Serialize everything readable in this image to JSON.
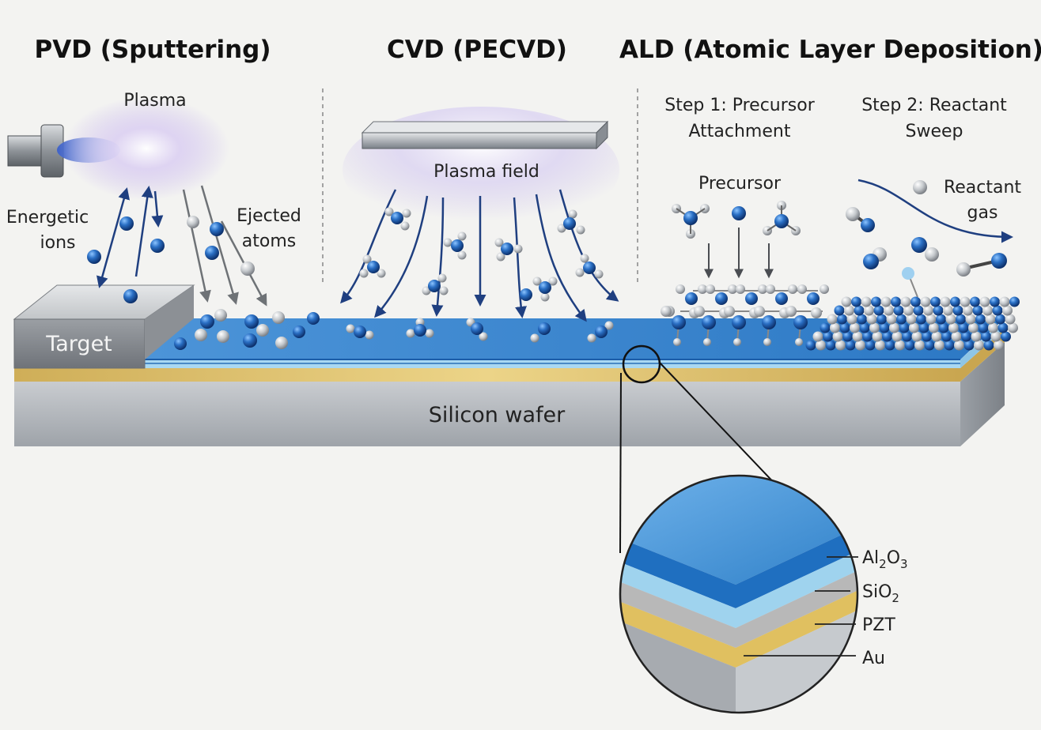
{
  "sections": {
    "pvd_title": "PVD (Sputtering)",
    "cvd_title": "CVD (PECVD)",
    "ald_title": "ALD (Atomic Layer Deposition)"
  },
  "labels": {
    "plasma": "Plasma",
    "energetic_ions_line1": "Energetic",
    "energetic_ions_line2": "ions",
    "ejected_atoms_line1": "Ejected",
    "ejected_atoms_line2": "atoms",
    "target": "Target",
    "plasma_field": "Plasma field",
    "step1_line1": "Step 1: Precursor",
    "step1_line2": "Attachment",
    "step2_line1": "Step 2: Reactant",
    "step2_line2": "Sweep",
    "precursor": "Precursor",
    "reactant_gas_line1": "Reactant",
    "reactant_gas_line2": "gas",
    "silicon_wafer": "Silicon wafer"
  },
  "layers": [
    {
      "base": "Al",
      "sub1": "2",
      "mid": "O",
      "sub2": "3",
      "color": "#1f6fc0"
    },
    {
      "base": "SiO",
      "sub1": "2",
      "mid": "",
      "sub2": "",
      "color": "#9fd3ee"
    },
    {
      "base": "PZT",
      "sub1": "",
      "mid": "",
      "sub2": "",
      "color": "#b8b8b8"
    },
    {
      "base": "Au",
      "sub1": "",
      "mid": "",
      "sub2": "",
      "color": "#e0c060"
    }
  ],
  "colors": {
    "atom_blue": "#1a5fb0",
    "atom_gray": "#c4c8cc",
    "arrow_navy": "#1f3f80",
    "film_blue": "#3a86d0",
    "gold": "#d8b860",
    "silicon": "#b4b8bc"
  }
}
